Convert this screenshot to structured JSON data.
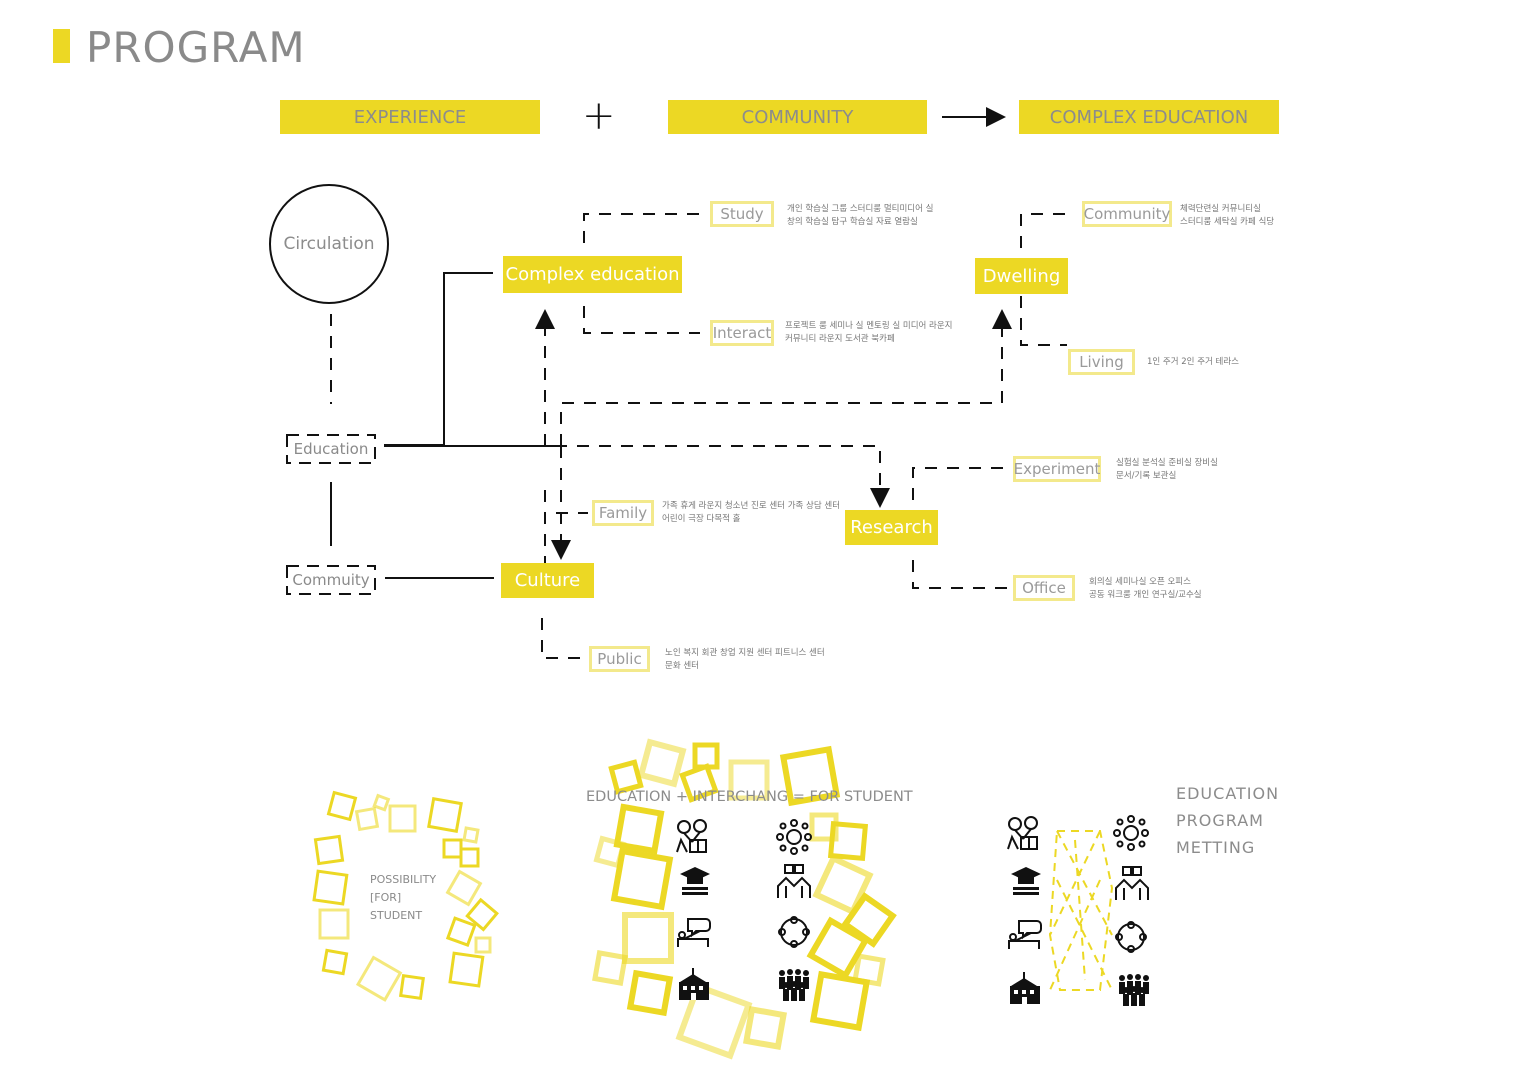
{
  "title": "PROGRAM",
  "header": {
    "experience": "EXPERIENCE",
    "community": "COMMUNITY",
    "complex_education": "COMPLEX EDUCATION",
    "plus": "+"
  },
  "diagram": {
    "circulation": "Circulation",
    "education": "Education",
    "community_left": "Commuity",
    "nodes": {
      "complex_education": "Complex education",
      "dwelling": "Dwelling",
      "research": "Research",
      "culture": "Culture"
    },
    "subs": {
      "study": "Study",
      "interact": "Interact",
      "community": "Community",
      "living": "Living",
      "experiment": "Experiment",
      "office": "Office",
      "family": "Family",
      "public": "Public"
    },
    "descs": {
      "study_1": "개인 학습실   그룹 스터디룸   멀티미디어 실",
      "study_2": "창의 학습실   탐구 학습실   자료 열람실",
      "interact_1": "프로젝트 룸   세미나 실   멘토링 실   미디어 라운지",
      "interact_2": "커뮤니티 라운지   도서관   북카페",
      "community_1": "체력단련실   커뮤니티실",
      "community_2": "스터디룸   세탁실  카페  식당",
      "living_1": "1인 주거   2인 주거   테라스",
      "experiment_1": "실험실   분석실   준비실   장비실",
      "experiment_2": "문서/기록 보관실",
      "office_1": "회의실   세미나실   오픈 오피스",
      "office_2": "공동 워크룸   개인 연구실/교수실",
      "family_1": "가족 휴게 라운지   청소년 진로 센터   가족 상담 센터",
      "family_2": "어린이 극장   다목적 홀",
      "public_1": "노인 복지 회관   창업 지원 센터   피트니스 센터",
      "public_2": "문화 센터"
    }
  },
  "bottom": {
    "left_l1": "POSSIBILITY",
    "left_l2": "[FOR]",
    "left_l3": "STUDENT",
    "center_caption": "EDUCATION + INTERCHANG = FOR STUDENT",
    "right_l1": "EDUCATION",
    "right_l2": "PROGRAM",
    "right_l3": "METTING",
    "icons": [
      "education-program-icon",
      "graduation-cap-icon",
      "idea-bed-icon",
      "school-building-icon",
      "meeting-table-icon",
      "puzzle-hands-icon",
      "group-circle-icon",
      "crowd-icon"
    ]
  },
  "colors": {
    "accent": "#ecd824",
    "accent_light": "#f3e98c",
    "text_gray": "#8c8c8c",
    "line": "#111111"
  }
}
